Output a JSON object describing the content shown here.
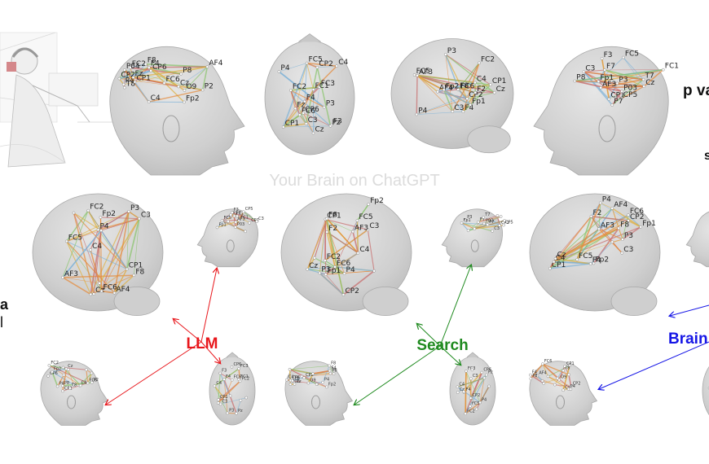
{
  "watermark": "Your Brain on ChatGPT",
  "conditions": [
    {
      "label": "LLM",
      "color": "#e8161b"
    },
    {
      "label": "Search",
      "color": "#1f8a1f"
    },
    {
      "label": "Brain",
      "color": "#1616e6"
    }
  ],
  "edge_text": {
    "right_top": "p va",
    "right_mid": "s",
    "left_a": "a",
    "left_l": "l"
  },
  "colors": {
    "head": "#c9c9c9",
    "head_edge": "#a9a9a9",
    "edge_palette": [
      "#e58a3a",
      "#88c46a",
      "#7fb3d8",
      "#e0b040",
      "#c86a6a"
    ]
  },
  "electrodes": {
    "side_left": [
      "CP2",
      "Cz",
      "P4",
      "P2",
      "FC2",
      "C4",
      "CP6",
      "Fz",
      "F4",
      "P04",
      "FC6",
      "AF4",
      "O9",
      "P8",
      "T8",
      "F8",
      "Fp2",
      "CP1"
    ],
    "top": [
      "FC3",
      "Fz",
      "F4",
      "F3",
      "FC1",
      "FC2",
      "FC6",
      "FC5",
      "Cz",
      "C4",
      "CP1",
      "CP2",
      "P3",
      "Pz",
      "P4",
      "C3",
      "CP6"
    ],
    "oblique": [
      "CP1",
      "C3",
      "C4",
      "P3",
      "P4",
      "CP2",
      "Cz",
      "FC2",
      "FC6",
      "F4",
      "F8",
      "F2",
      "AF3",
      "Fp1",
      "AF4",
      "Fp2",
      "FC5"
    ],
    "side_right": [
      "FC1",
      "Cz",
      "CP1",
      "C3",
      "P3",
      "FC5",
      "CP5",
      "F3",
      "P03",
      "AF3",
      "F7",
      "T7",
      "P7",
      "Fp1",
      "P8"
    ]
  }
}
